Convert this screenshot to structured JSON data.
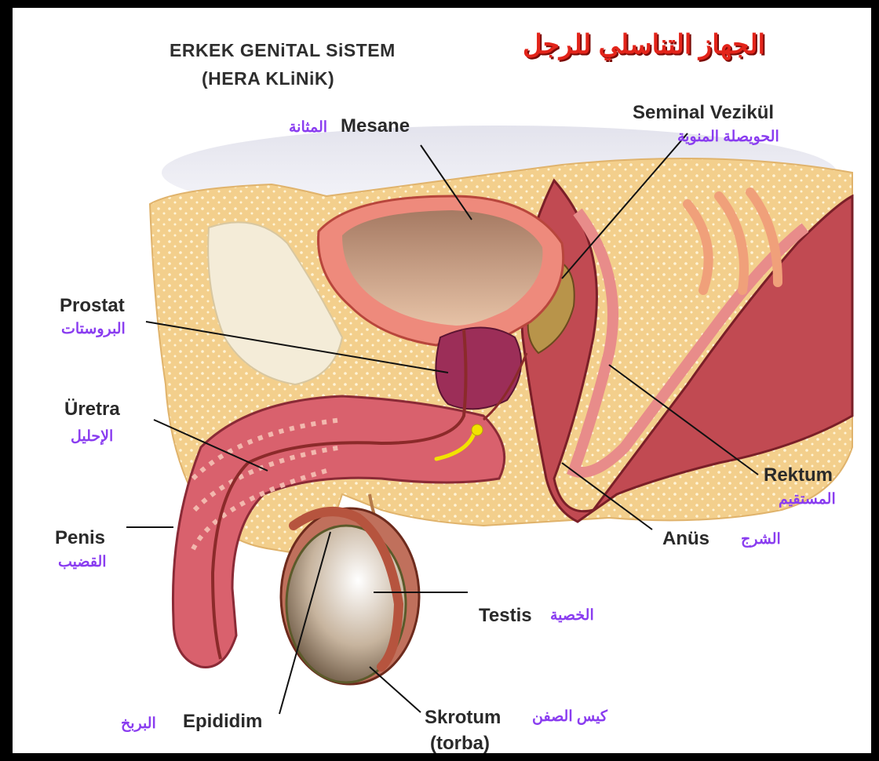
{
  "title": {
    "turkish_line1": "ERKEK GENiTAL SiSTEM",
    "turkish_line2": "(HERA KLiNiK)",
    "arabic": "الجهاز التناسلي للرجل"
  },
  "labels": {
    "mesane": {
      "tr": "Mesane",
      "ar": "المثانة"
    },
    "seminal": {
      "tr": "Seminal Vezikül",
      "ar": "الحويصلة المنوية"
    },
    "prostat": {
      "tr": "Prostat",
      "ar": "البروستات"
    },
    "uretra": {
      "tr": "Üretra",
      "ar": "الإحليل"
    },
    "penis": {
      "tr": "Penis",
      "ar": "القضيب"
    },
    "rektum": {
      "tr": "Rektum",
      "ar": "المستقيم"
    },
    "anus": {
      "tr": "Anüs",
      "ar": "الشرج"
    },
    "testis": {
      "tr": "Testis",
      "ar": "الخصية"
    },
    "epididim": {
      "tr": "Epididim",
      "ar": "البربخ"
    },
    "skrotum": {
      "tr": "Skrotum",
      "tr2": "(torba)",
      "ar": "كيس الصفن"
    }
  },
  "colors": {
    "fat": "#f3cf8c",
    "muscle": "#c9485a",
    "bladder_wall": "#ee8a7c",
    "prostate": "#9c2e58",
    "urethra_line": "#8b2a2a",
    "testis": "#a38f7a",
    "arabic_label": "#8a3df0",
    "title_red": "#e3241a"
  }
}
